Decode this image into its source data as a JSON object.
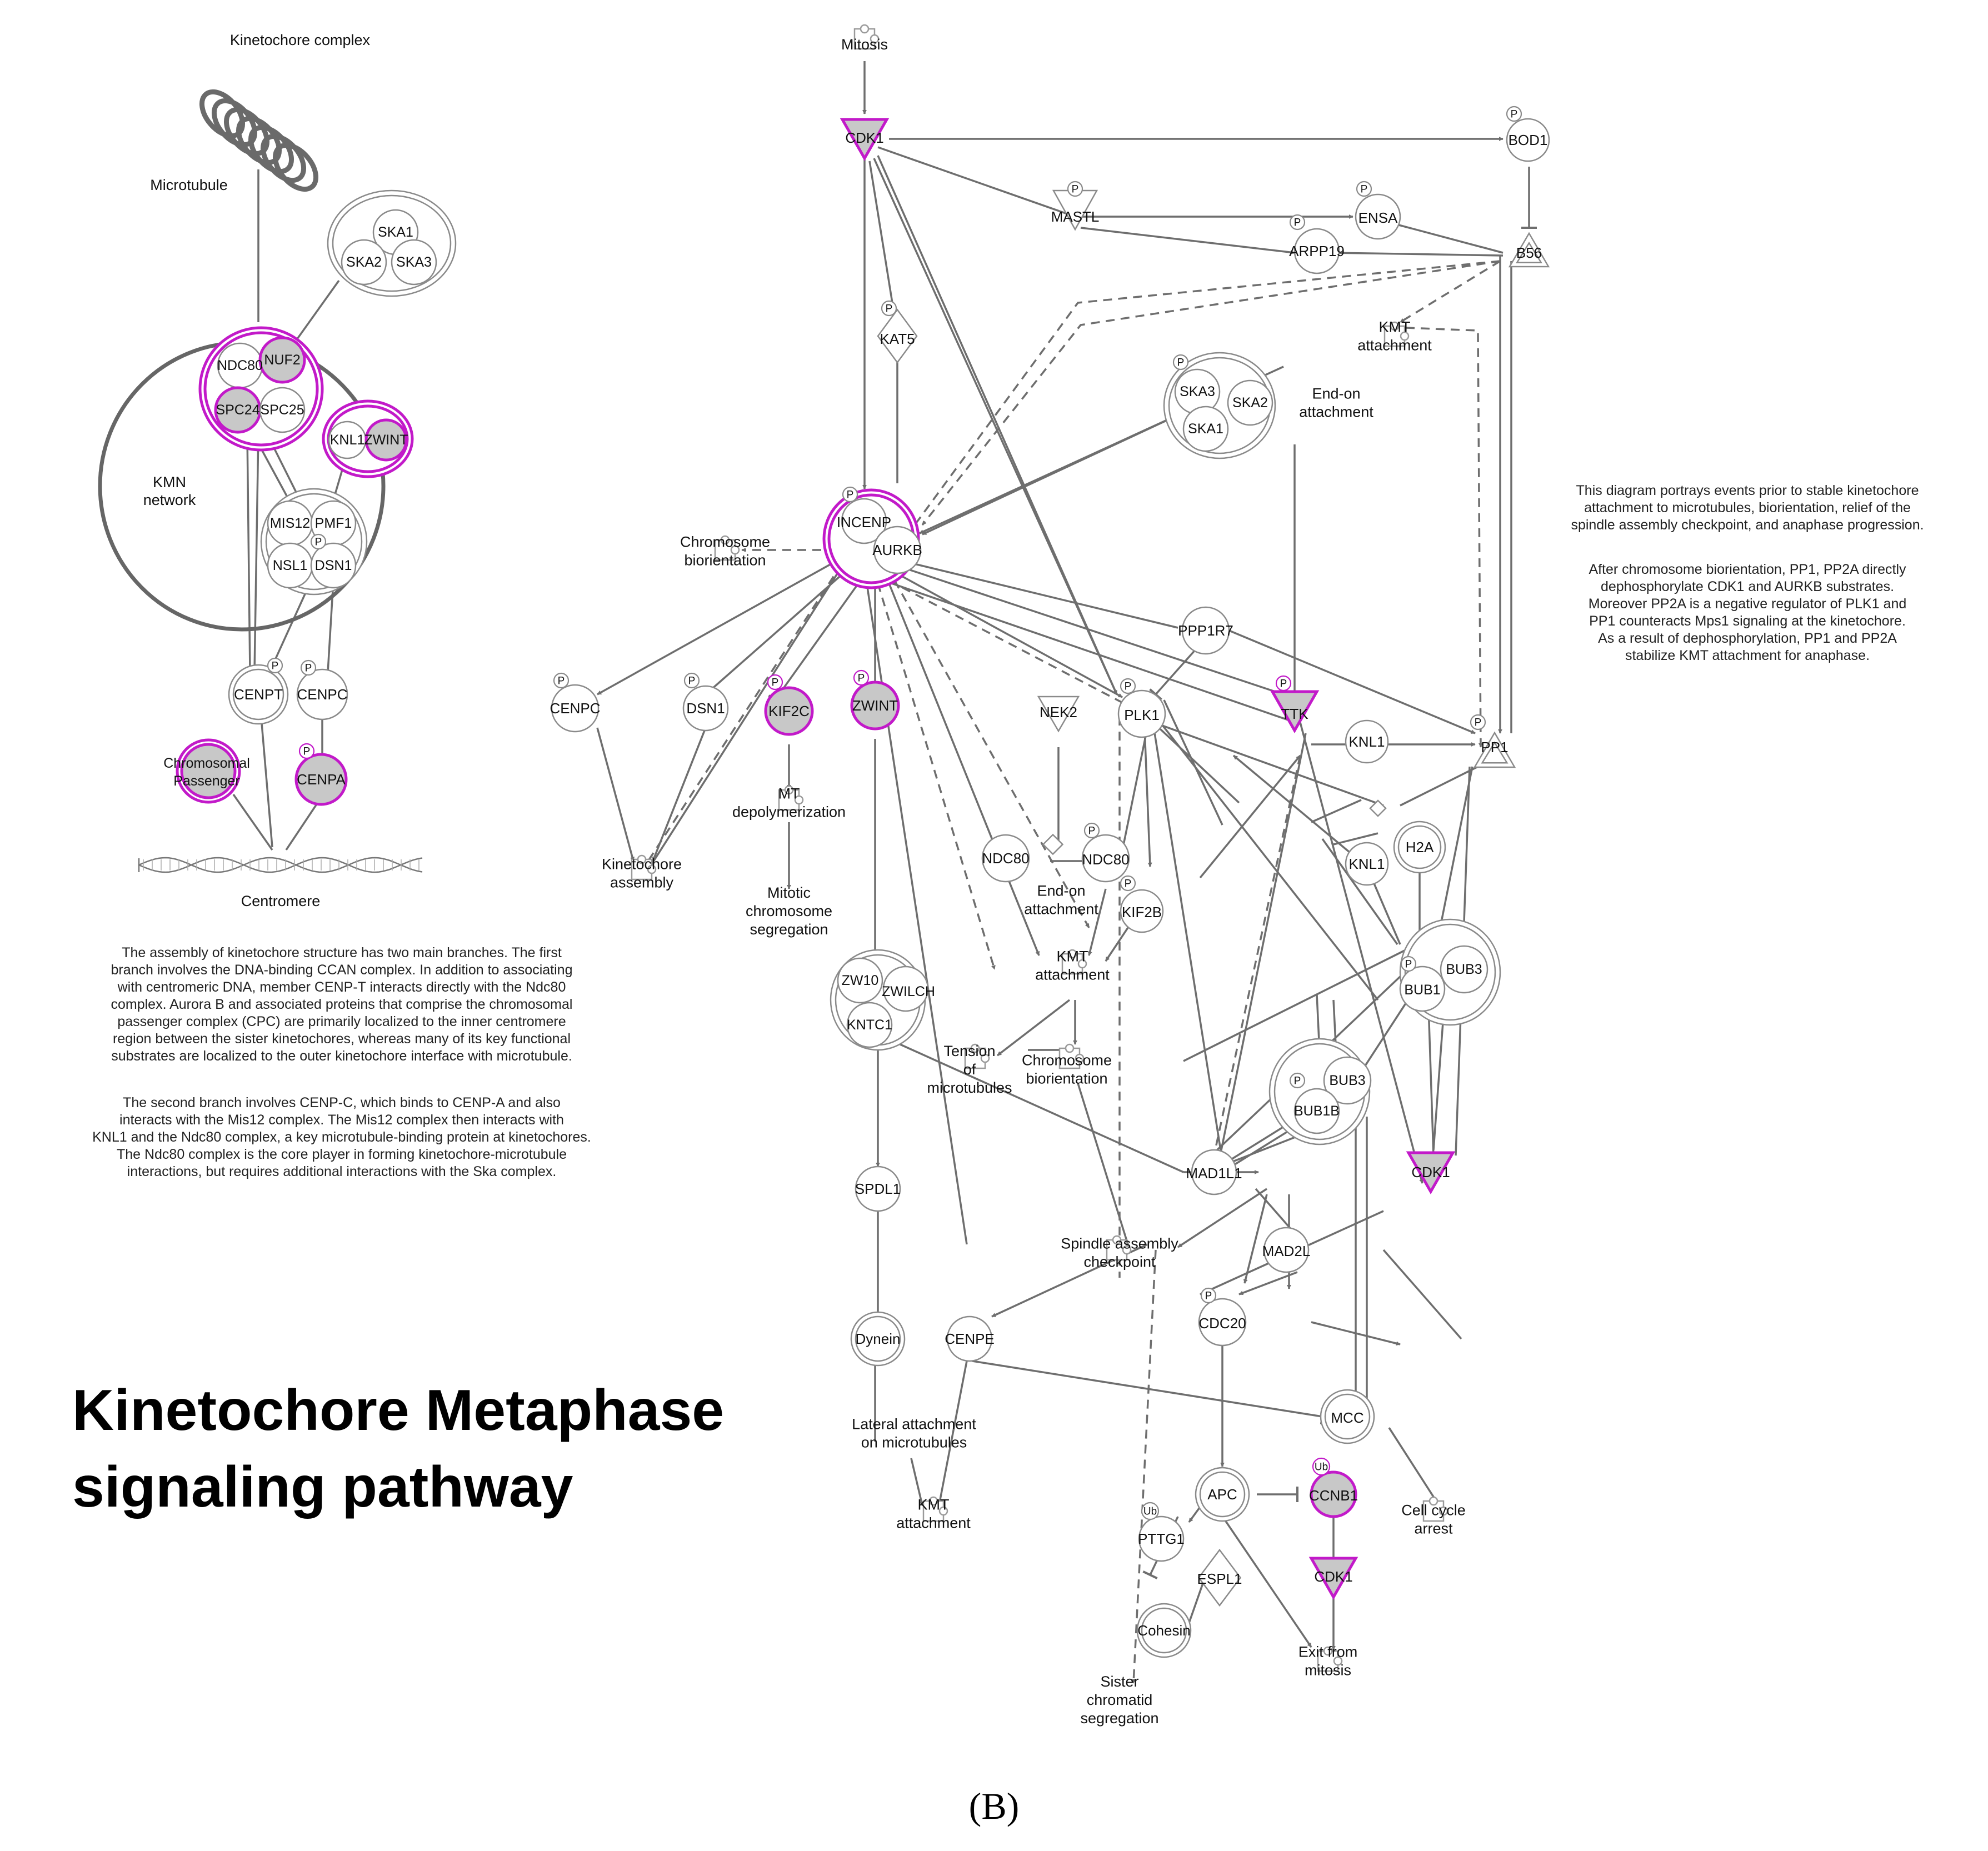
{
  "left_panel": {
    "heading": "Kinetochore complex",
    "microtubule_label": "Microtubule",
    "kmn_label_line1": "KMN",
    "kmn_label_line2": "network",
    "centromere_label": "Centromere",
    "ska_complex": [
      "SKA1",
      "SKA2",
      "SKA3"
    ],
    "ndc80_complex": [
      "NDC80",
      "NUF2",
      "SPC24",
      "SPC25"
    ],
    "knl1_complex": [
      "KNL1",
      "ZWINT"
    ],
    "mis12_complex": [
      "MIS12",
      "PMF1",
      "NSL1",
      "DSN1"
    ],
    "cenpt": "CENPT",
    "cenpc": "CENPC",
    "cpc_line1": "Chromosomal",
    "cpc_line2": "Passenger",
    "cenpa": "CENPA",
    "phospho_mark": "P"
  },
  "left_text": {
    "paragraph1": [
      "The assembly of kinetochore structure has two main branches. The first",
      "branch involves the DNA-binding CCAN complex. In addition to associating",
      "with centromeric DNA, member CENP-T interacts directly with the Ndc80",
      "complex. Aurora B and associated proteins that comprise the chromosomal",
      "passenger complex (CPC) are primarily localized to the inner centromere",
      "region between the sister kinetochores, whereas many of its key functional",
      "substrates are localized to the outer kinetochore interface with microtubule."
    ],
    "paragraph2": [
      "The second branch involves CENP-C, which binds to CENP-A and also",
      "interacts with the Mis12 complex. The Mis12 complex then interacts with",
      "KNL1 and the Ndc80 complex, a key microtubule-binding protein at kinetochores.",
      "The Ndc80 complex is the core player in forming kinetochore-microtubule",
      "interactions, but requires additional interactions with the Ska complex."
    ]
  },
  "right_text": {
    "paragraph1": [
      "This diagram portrays events prior to stable kinetochore",
      "attachment to microtubules, biorientation, relief of the",
      "spindle assembly checkpoint, and anaphase progression."
    ],
    "paragraph2": [
      "After chromosome biorientation, PP1, PP2A directly",
      "dephosphorylate CDK1 and AURKB substrates.",
      "Moreover PP2A is a negative regulator of PLK1 and",
      "PP1 counteracts Mps1 signaling at the kinetochore.",
      "As a result of dephosphorylation, PP1 and PP2A",
      "stabilize KMT attachment for anaphase."
    ]
  },
  "pathway": {
    "mitosis": "Mitosis",
    "cdk1": "CDK1",
    "bod1": "BOD1",
    "mastl": "MASTL",
    "ensa": "ENSA",
    "arpp19": "ARPP19",
    "b56": "B56",
    "kat5": "KAT5",
    "kmt_attachment": "KMT attachment",
    "ska3": "SKA3",
    "ska2": "SKA2",
    "ska1": "SKA1",
    "end_on_attachment": "End-on attachment",
    "incenp": "INCENP",
    "aurkb": "AURKB",
    "chromosome_biorientation": "Chromosome biorientation",
    "cenpc": "CENPC",
    "dsn1": "DSN1",
    "kif2c": "KIF2C",
    "zwint": "ZWINT",
    "nek2": "NEK2",
    "plk1": "PLK1",
    "ttk": "TTK",
    "ppp1r7": "PPP1R7",
    "knl1": "KNL1",
    "pp1": "PP1",
    "h2a": "H2A",
    "kinetochore_assembly": "Kinetochore assembly",
    "mt_depolymerization": "MT depolymerization",
    "mitotic_chromosome_segregation": "Mitotic chromosome segregation",
    "ndc80": "NDC80",
    "kif2b": "KIF2B",
    "zw10": "ZW10",
    "zwilch": "ZWILCH",
    "kntc1": "KNTC1",
    "tension_of_microtubules": "Tension of microtubules",
    "bub1": "BUB1",
    "bub3": "BUB3",
    "bub1b": "BUB1B",
    "spdl1": "SPDL1",
    "mad1l1": "MAD1L1",
    "spindle_assembly_checkpoint": "Spindle assembly checkpoint",
    "mad2l": "MAD2L",
    "cdc20": "CDC20",
    "dynein": "Dynein",
    "cenpe": "CENPE",
    "lateral_attachment": "Lateral attachment on microtubules",
    "mcc": "MCC",
    "apc": "APC",
    "ccnb1": "CCNB1",
    "cell_cycle_arrest": "Cell cycle arrest",
    "pttg1": "PTTG1",
    "espl1": "ESPL1",
    "cohesin": "Cohesin",
    "exit_from_mitosis": "Exit from mitosis",
    "sister_chromatid_segregation": "Sister chromatid segregation",
    "ub_mark": "Ub"
  },
  "title_line1": "Kinetochore Metaphase",
  "title_line2": "signaling pathway",
  "panel_label": "(B)",
  "colors": {
    "highlight": "#c21ac9",
    "fill_gray": "#c8c8c8",
    "edge": "#6e6e6e"
  }
}
